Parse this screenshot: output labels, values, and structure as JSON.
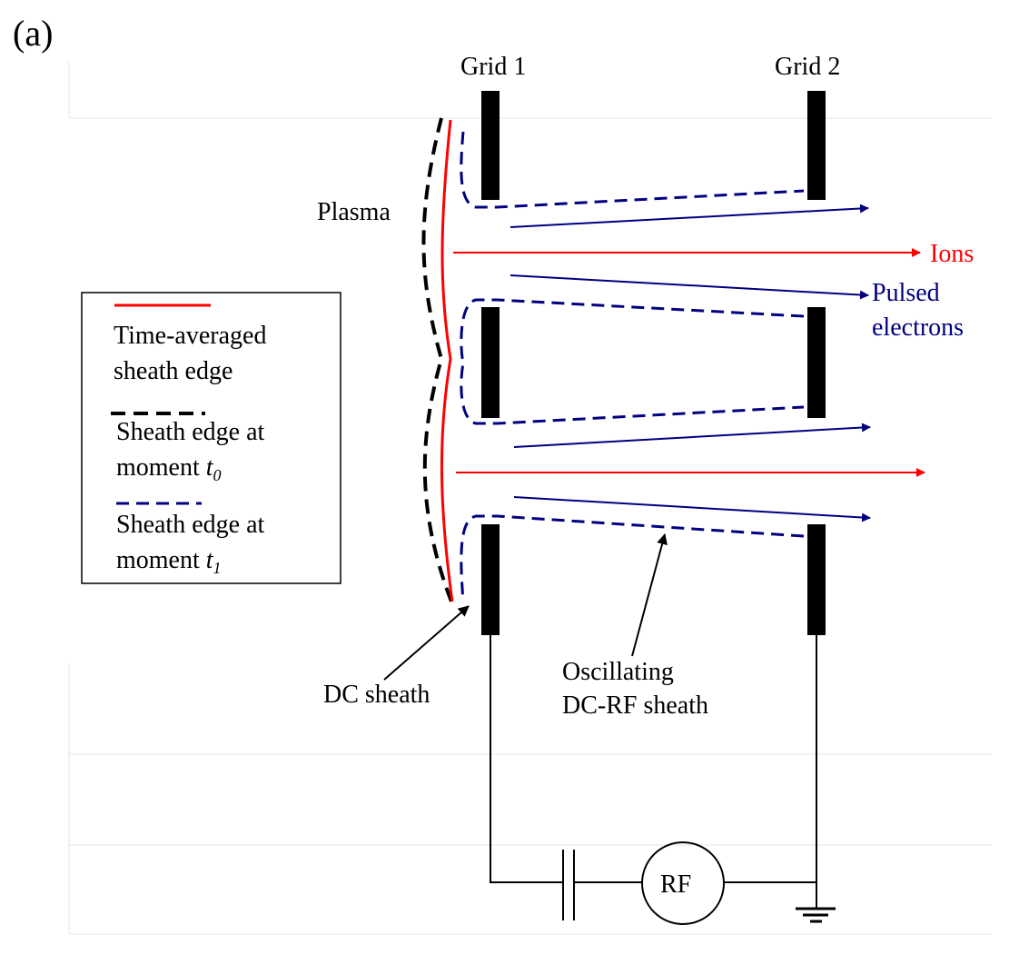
{
  "panel_label": "(a)",
  "grid1_label": "Grid 1",
  "grid2_label": "Grid 2",
  "plasma_label": "Plasma",
  "ions_label": "Ions",
  "pulsed_electrons_label": [
    "Pulsed",
    "electrons"
  ],
  "dc_sheath_label": "DC sheath",
  "oscillating_label": [
    "Oscillating",
    "DC-RF sheath"
  ],
  "rf_label": "RF",
  "legend": {
    "time_averaged": [
      "Time-averaged",
      "sheath edge"
    ],
    "t0": {
      "line1": "Sheath edge at",
      "line2_prefix": "moment ",
      "var": "t",
      "sub": "0"
    },
    "t1": {
      "line1": "Sheath edge at",
      "line2_prefix": "moment ",
      "var": "t",
      "sub": "1"
    }
  },
  "colors": {
    "ion_red": "#ff0000",
    "electron_blue": "#000080",
    "ink": "#000000"
  }
}
